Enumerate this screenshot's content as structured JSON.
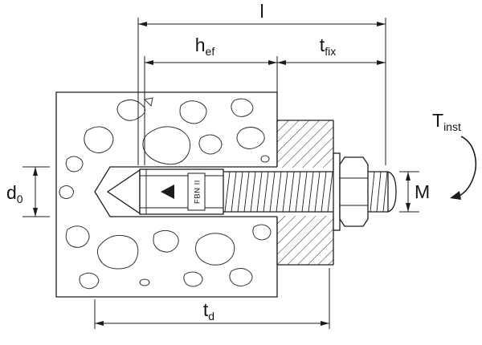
{
  "anchor": {
    "marking": "FBN II"
  },
  "labels": {
    "l": {
      "main": "l"
    },
    "hef": {
      "main": "h",
      "sub": "ef"
    },
    "tfix": {
      "main": "t",
      "sub": "fix"
    },
    "d0": {
      "main": "d",
      "sub": "0"
    },
    "td": {
      "main": "t",
      "sub": "d"
    },
    "m": {
      "main": "M"
    },
    "tinst": {
      "main": "T",
      "sub": "inst"
    }
  }
}
